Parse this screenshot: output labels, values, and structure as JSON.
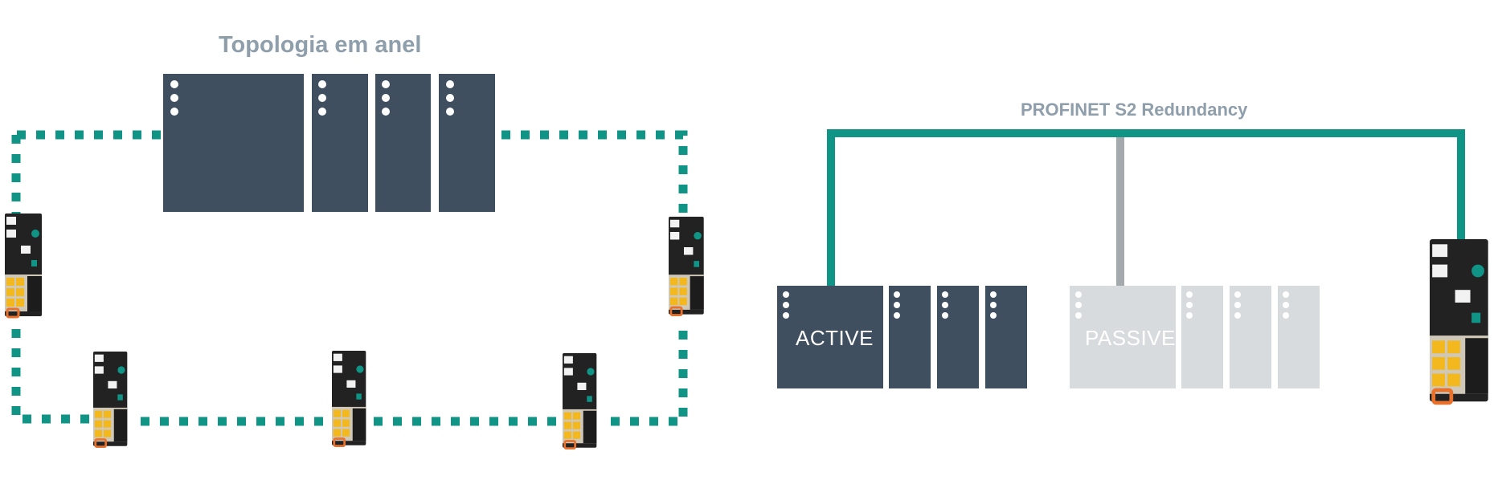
{
  "ring": {
    "title": "Topologia em anel"
  },
  "redundancy": {
    "title": "PROFINET S2 Redundancy",
    "active_label": "ACTIVE",
    "passive_label": "PASSIVE"
  },
  "colors": {
    "teal": "#109486",
    "dark_module": "#3f4f60",
    "passive_module": "#d8dbdd",
    "passive_link": "#a3a9ad",
    "title_gray": "#8e9eab",
    "device_body": "#222222",
    "terminal_yellow": "#f2b81d",
    "terminal_orange": "#e8712c"
  },
  "icons": [
    "plc-module",
    "io-link-master-device",
    "ethernet-port",
    "status-led"
  ]
}
